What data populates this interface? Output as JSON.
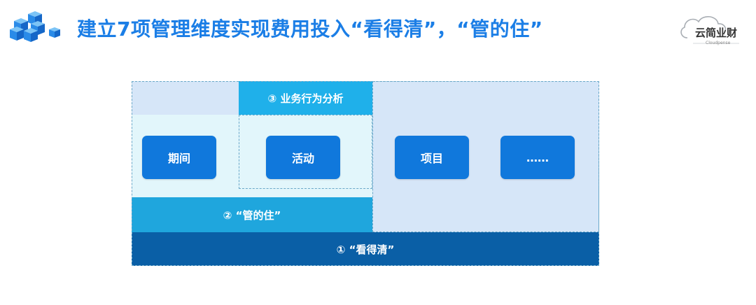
{
  "header": {
    "title": "建立7项管理维度实现费用投入“看得清”，“管的住”",
    "brand_name": "云简业财",
    "brand_sub": "Cloudpense",
    "accent_color": "#1b7ee6"
  },
  "diagram": {
    "layer3_label": "③ 业务行为分析",
    "layer2_label": "② “管的住”",
    "layer1_label": "① “看得清”",
    "dimensions": [
      "期间",
      "活动",
      "项目",
      "……"
    ],
    "colors": {
      "layer1": "#0a5fa6",
      "layer2": "#1fa6dd",
      "layer3": "#1fb0ea",
      "button": "#1078dc",
      "panel": "#d6e6f8",
      "light_cyan": "#e2f6fb"
    }
  }
}
